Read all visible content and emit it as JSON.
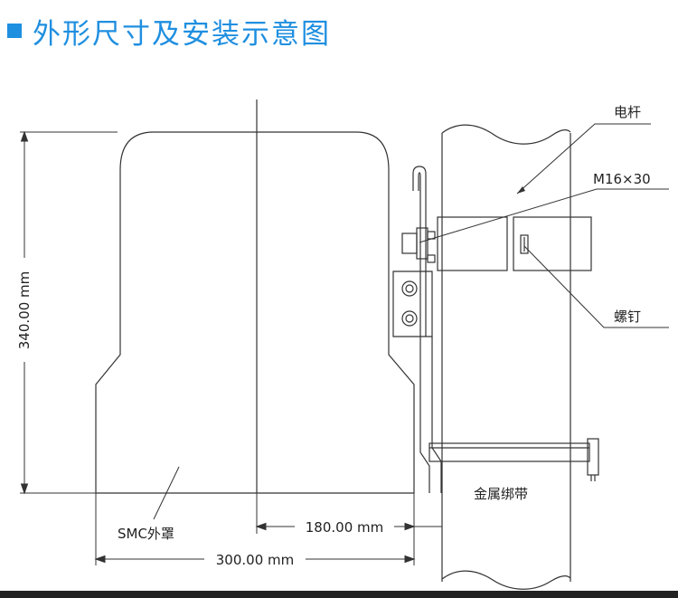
{
  "header": {
    "title": "外形尺寸及安装示意图"
  },
  "labels": {
    "pole": "电杆",
    "bolt_spec": "M16×30",
    "screw": "螺钉",
    "metal_band": "金属绑带",
    "smc_cover": "SMC外罩"
  },
  "dimensions": {
    "height": "340.00 mm",
    "half_width": "180.00 mm",
    "full_width": "300.00 mm"
  },
  "colors": {
    "accent": "#1f8fe0"
  }
}
